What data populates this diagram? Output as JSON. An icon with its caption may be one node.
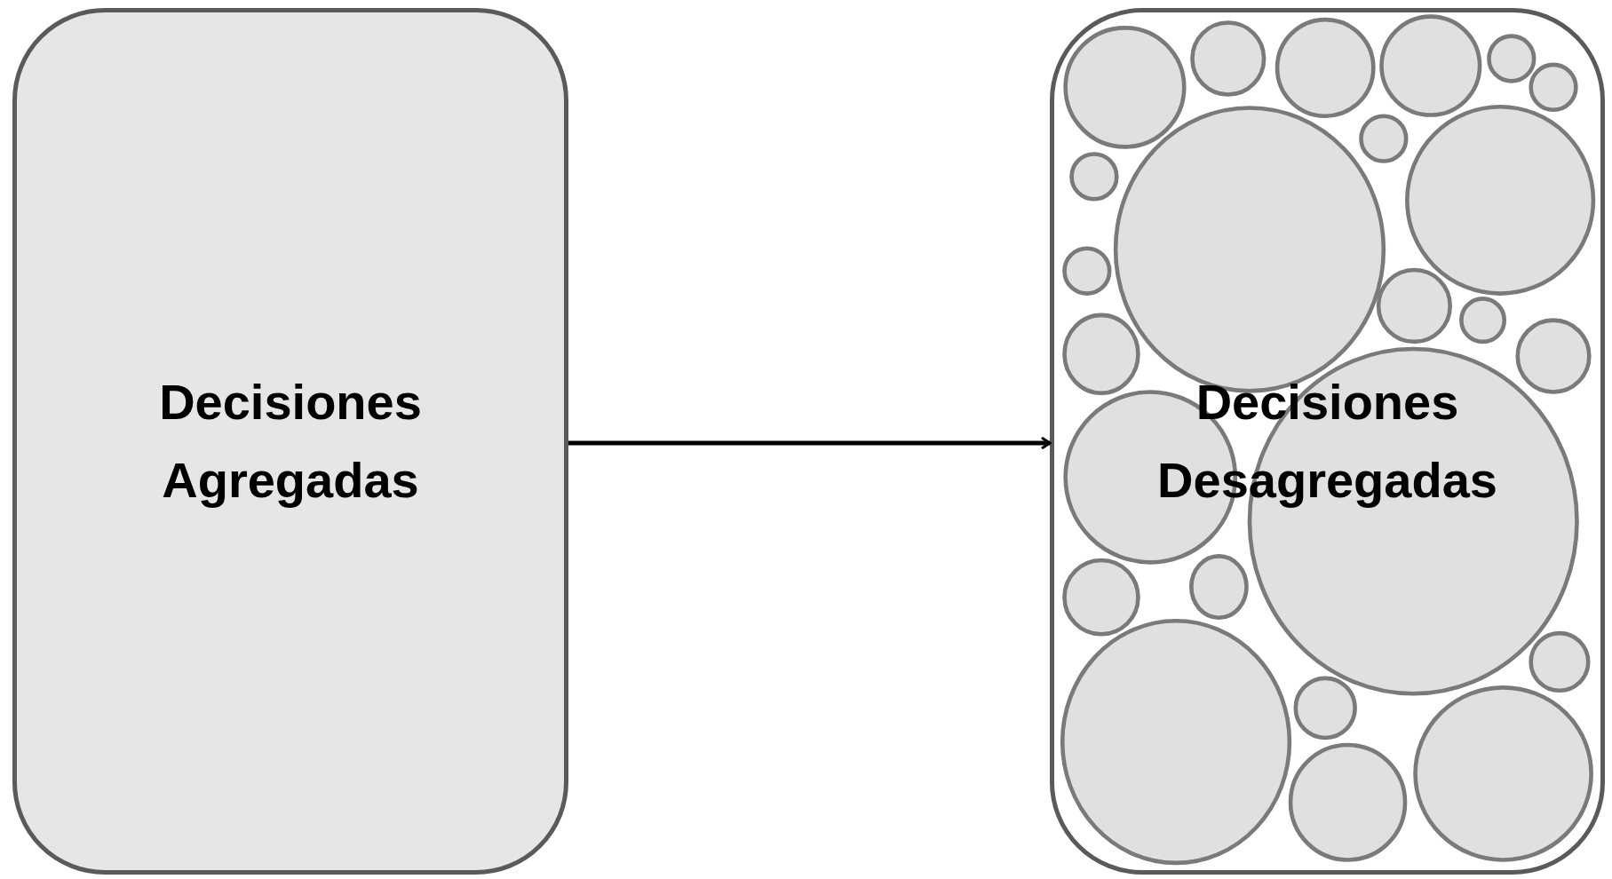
{
  "diagram": {
    "nodes": [
      {
        "text": [
          "Decisiones Agregadas"
        ]
      },
      {
        "text": [
          "Decisiones Desagregadas"
        ]
      }
    ],
    "edges": [
      {
        "from": 0,
        "to": 1,
        "arrow": "to"
      }
    ]
  }
}
